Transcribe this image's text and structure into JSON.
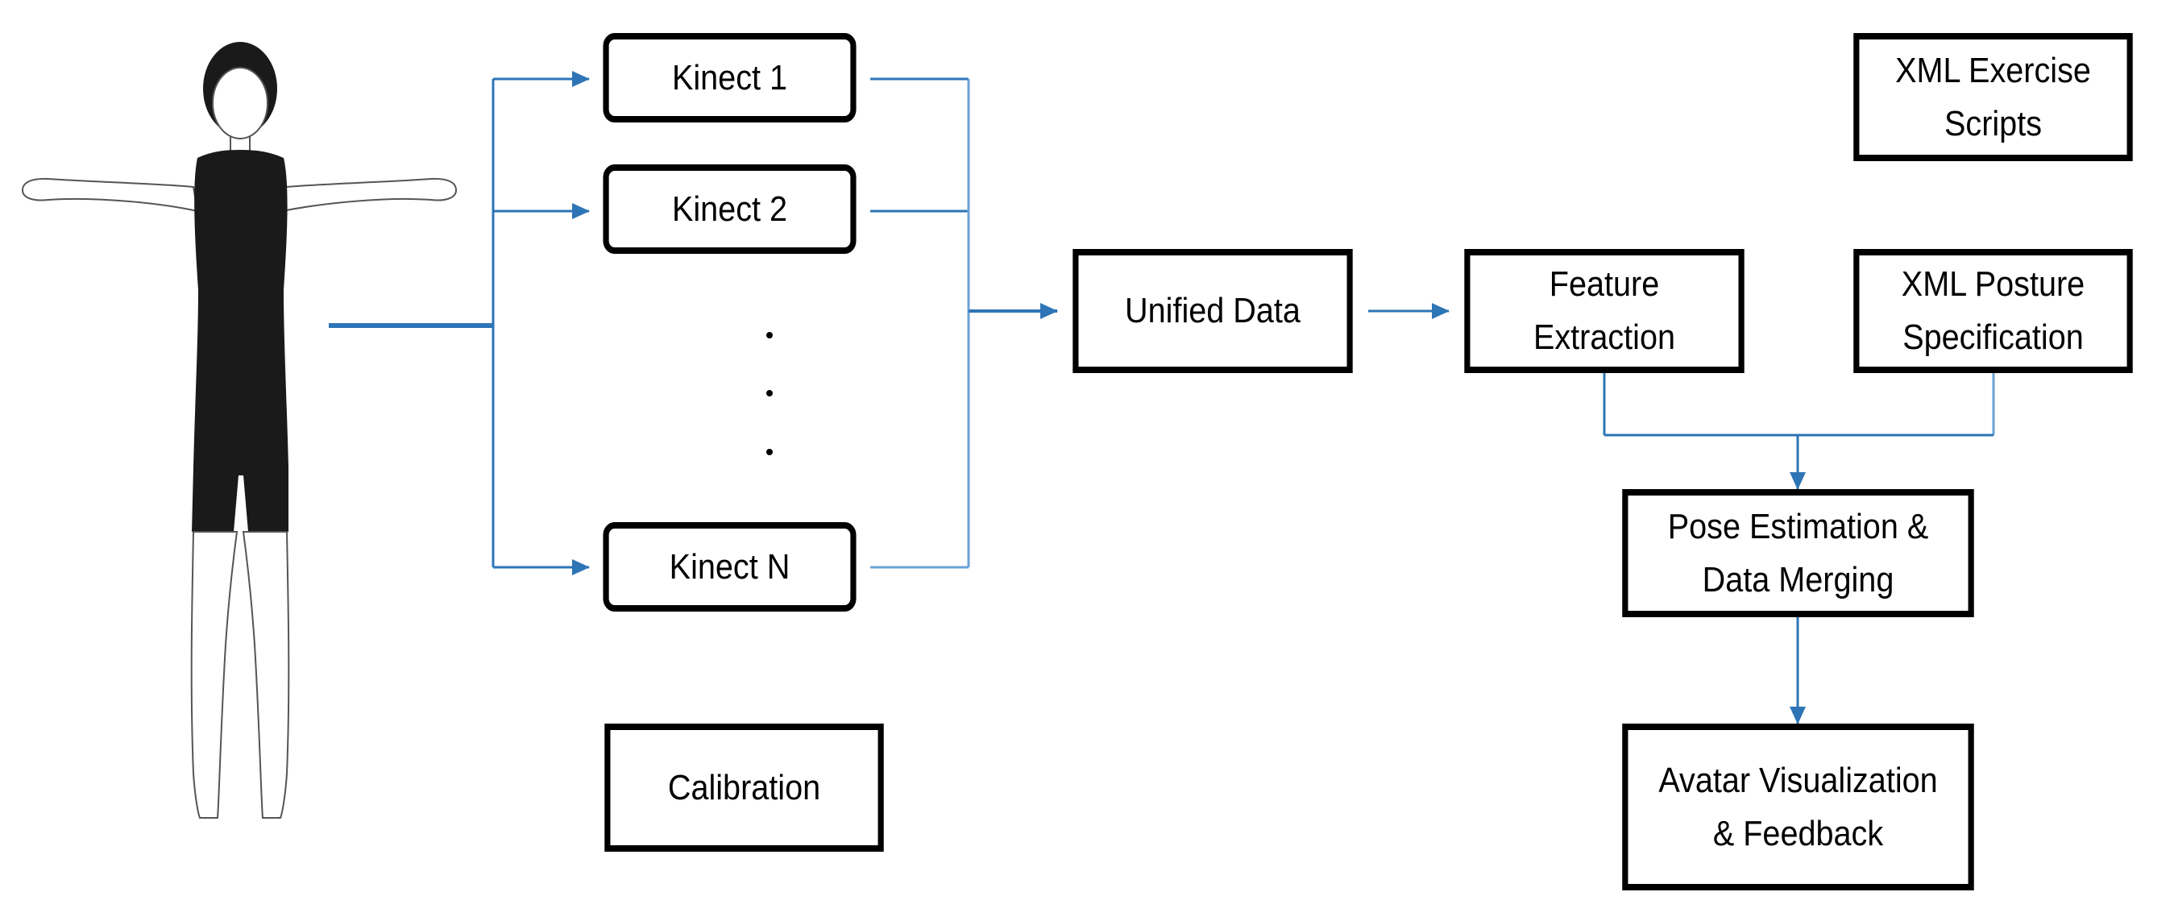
{
  "diagram": {
    "boxes": {
      "kinect_1": "Kinect 1",
      "kinect_2": "Kinect 2",
      "kinect_n": "Kinect N",
      "calibration": "Calibration",
      "unified_data": "Unified Data",
      "feature_extraction": [
        "Feature",
        "Extraction"
      ],
      "xml_posture_specification": [
        "XML Posture",
        "Specification"
      ],
      "xml_exercise_scripts": [
        "XML Exercise",
        "Scripts"
      ],
      "pose_estimation": [
        "Pose Estimation &",
        "Data Merging"
      ],
      "avatar_visualization": [
        "Avatar Visualization",
        "& Feedback"
      ]
    },
    "colors": {
      "connector": "#2e75b6",
      "connector_light": "#6aa3d6",
      "box_border": "#000000",
      "figure_fill": "#1a1a1a"
    },
    "icons": {
      "person": "person-figure-icon"
    }
  }
}
